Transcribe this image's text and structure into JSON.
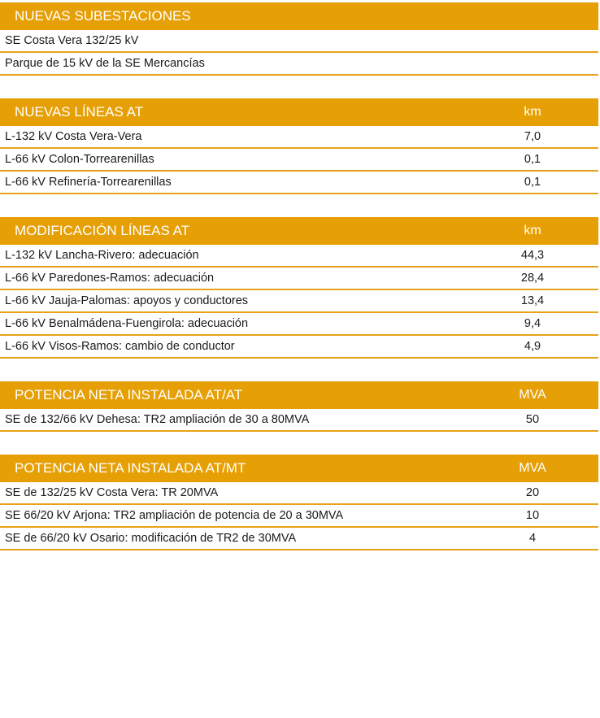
{
  "accent_color": "#E6A006",
  "sections": [
    {
      "title": "NUEVAS SUBESTACIONES",
      "unit": "",
      "rows": [
        {
          "label": "SE Costa Vera 132/25 kV",
          "value": ""
        },
        {
          "label": "Parque de 15 kV de la SE Mercancías",
          "value": ""
        }
      ]
    },
    {
      "title": "NUEVAS LÍNEAS AT",
      "unit": "km",
      "rows": [
        {
          "label": "L-132 kV Costa Vera-Vera",
          "value": "7,0"
        },
        {
          "label": "L-66 kV Colon-Torrearenillas",
          "value": "0,1"
        },
        {
          "label": "L-66 kV Refinería-Torrearenillas",
          "value": "0,1"
        }
      ]
    },
    {
      "title": "MODIFICACIÓN LÍNEAS AT",
      "unit": "km",
      "rows": [
        {
          "label": "L-132 kV Lancha-Rivero: adecuación",
          "value": "44,3"
        },
        {
          "label": "L-66 kV Paredones-Ramos: adecuación",
          "value": "28,4"
        },
        {
          "label": "L-66 kV Jauja-Palomas: apoyos y conductores",
          "value": "13,4"
        },
        {
          "label": "L-66 kV Benalmádena-Fuengirola: adecuación",
          "value": "9,4"
        },
        {
          "label": "L-66 kV Visos-Ramos: cambio de conductor",
          "value": "4,9"
        }
      ]
    },
    {
      "title": "POTENCIA NETA INSTALADA AT/AT",
      "unit": "MVA",
      "rows": [
        {
          "label": "SE de 132/66 kV Dehesa: TR2 ampliación de 30 a 80MVA",
          "value": "50"
        }
      ]
    },
    {
      "title": "POTENCIA NETA INSTALADA AT/MT",
      "unit": "MVA",
      "rows": [
        {
          "label": "SE de 132/25 kV Costa Vera: TR 20MVA",
          "value": "20"
        },
        {
          "label": "SE 66/20 kV Arjona: TR2 ampliación de potencia de 20 a 30MVA",
          "value": "10"
        },
        {
          "label": "SE de 66/20 kV Osario: modificación de TR2 de 30MVA",
          "value": "4"
        }
      ]
    }
  ]
}
